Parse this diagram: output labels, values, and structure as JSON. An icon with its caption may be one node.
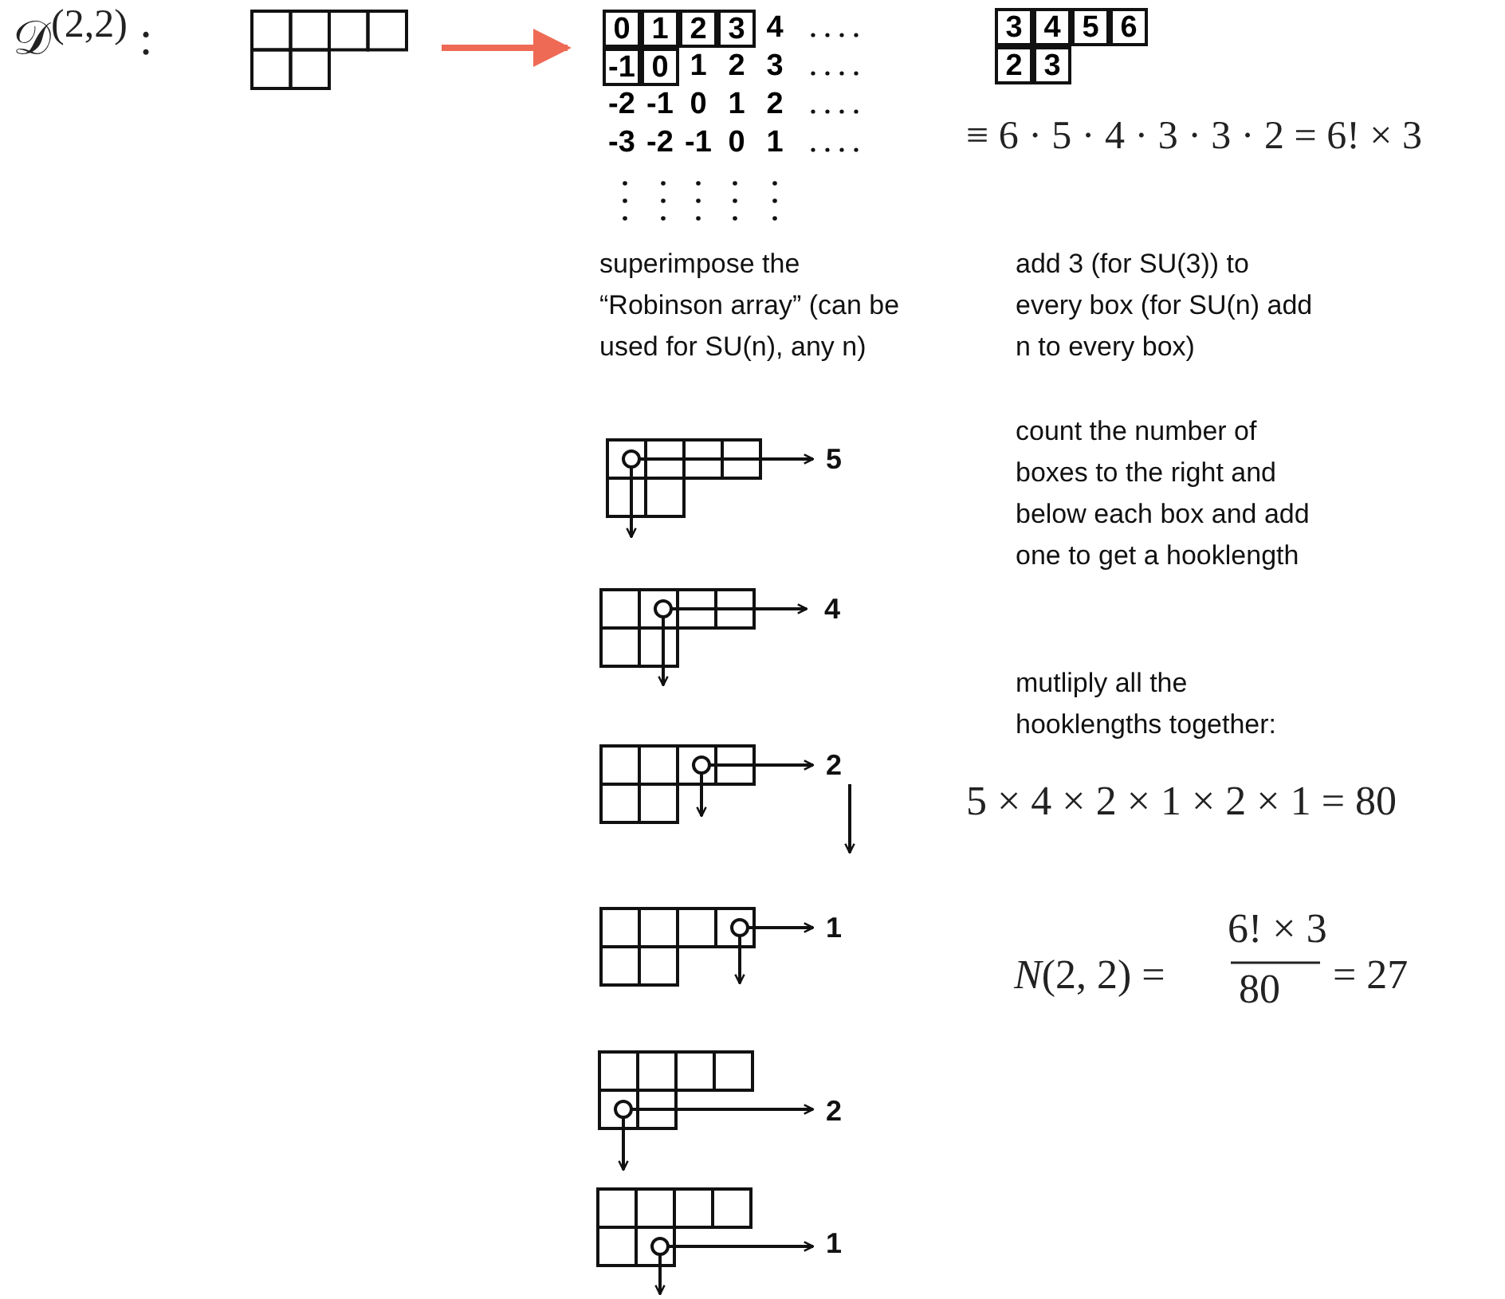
{
  "diagram": {
    "nodes": [
      {
        "text": [],
        "shape": "box"
      },
      {
        "text": [
          "0",
          "1",
          "2",
          "3",
          "4",
          "-1",
          "0",
          "1",
          "2",
          "3",
          "-2",
          "-1",
          "0",
          "1",
          "2",
          "-3",
          "-2",
          "-1",
          "0",
          "1"
        ]
      },
      {
        "text": [
          "3",
          "4",
          "5",
          "6",
          "2",
          "3"
        ]
      }
    ],
    "edges": [
      {
        "from": 0,
        "to": 1,
        "arrow": "to",
        "color": "#ef6a55"
      }
    ],
    "labels": [
      "𝒟$^{(2,2)}$ :",
      "≡ 6 · 5 · 4 · 3 · 3 · 2 = 6! × 3",
      "superimpose the “Robinson array” (can be used for SU(n), any n)",
      "add 3 (for SU(3)) to every box (for SU(n) add n to every box)",
      "count the number of boxes to the right and below each box and add one to get a hooklength",
      "mutliply all the hooklengths together:",
      "5 × 4 × 2 × 1 × 2 × 1 = 80",
      "*N*(2, 2) =",
      "6! × 3",
      "80",
      "= 27",
      "5",
      "4",
      "2",
      "1",
      "2",
      "1"
    ]
  }
}
